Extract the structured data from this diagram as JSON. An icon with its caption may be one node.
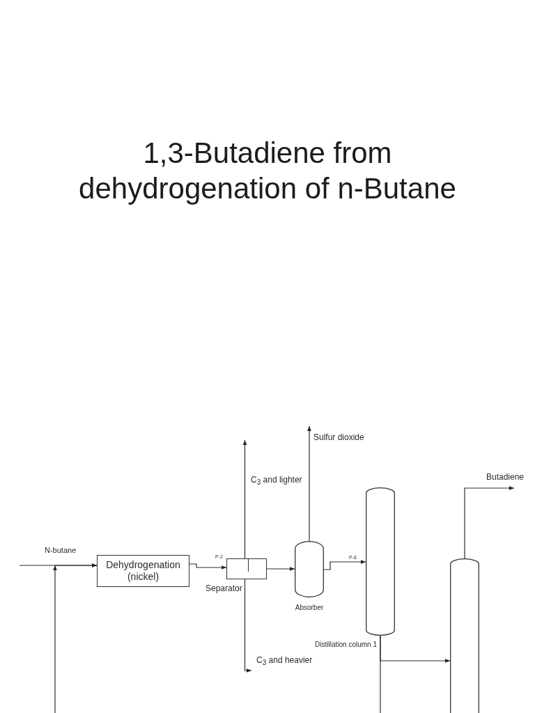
{
  "diagram": {
    "title": "1,3-Butadiene from dehydrogenation of n-Butane",
    "nodes": [
      {
        "text": [
          "Dehydrogenation (nickel)"
        ]
      },
      {
        "text": [
          "Separator"
        ]
      },
      {
        "text": [
          "Absorber"
        ]
      },
      {
        "text": [
          "Distillation column 1"
        ]
      },
      {
        "text": [],
        "shape": "cylinder"
      }
    ],
    "edges": [
      {
        "from": null,
        "to": 0,
        "arrow": "to",
        "label": "N-butane"
      },
      {
        "from": null,
        "to": 0,
        "arrow": "to"
      },
      {
        "from": 0,
        "to": 1,
        "arrow": "to",
        "label": "P-2"
      },
      {
        "from": 1,
        "to": null,
        "arrow": "to",
        "label": "C$_{3}$ and lighter"
      },
      {
        "from": 1,
        "to": null,
        "arrow": "to",
        "label": "C$_{3}$ and heavier"
      },
      {
        "from": 1,
        "to": 2,
        "arrow": "to"
      },
      {
        "from": 2,
        "to": null,
        "arrow": "to",
        "label": "Sulfur dioxide"
      },
      {
        "from": 2,
        "to": 3,
        "arrow": "to",
        "label": "P-6"
      },
      {
        "from": 3,
        "to": 4,
        "arrow": "to"
      },
      {
        "from": 3,
        "to": null,
        "arrow": "none"
      },
      {
        "from": 4,
        "to": null,
        "arrow": "to",
        "label": "Butadiene"
      }
    ]
  }
}
